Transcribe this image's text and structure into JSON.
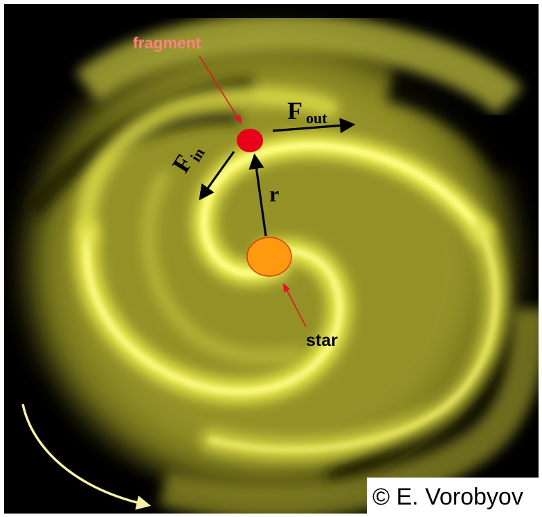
{
  "labels": {
    "fragment": "fragment",
    "star": "star",
    "radius": "r",
    "force_out_main": "F",
    "force_out_sub": "out",
    "force_in_main": "F",
    "force_in_sub": "in",
    "credit": "© E. Vorobyov"
  },
  "colors": {
    "background": "#000000",
    "disk": "#c8c83a",
    "spiral_arm": "#f4f45a",
    "fragment": "#e8001a",
    "star": "#ff9a10",
    "fragment_label": "#ff8080",
    "pointer_arrows": "#e8102a",
    "vector_arrows": "#000000",
    "rotation_arrow": "#f6f2a8",
    "credit_text": "#000000"
  }
}
